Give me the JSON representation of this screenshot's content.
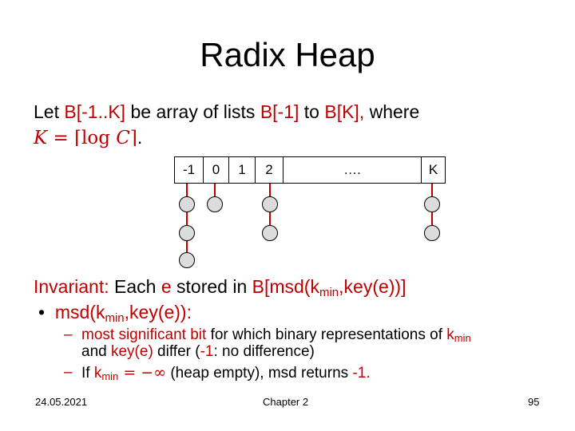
{
  "title": "Radix Heap",
  "line1": {
    "let": "Let ",
    "array_name": "B[-1..K]",
    "be_array": " be array of lists ",
    "from": "B[-1]",
    "to": " to ",
    "until": "B[K],",
    "where": " where"
  },
  "line2": {
    "K": "K",
    "eq": " = ⌈log ",
    "C": "C",
    "close": "⌉",
    "dot": "."
  },
  "array": {
    "cells": [
      "-1",
      "0",
      "1",
      "2",
      "….",
      "K"
    ]
  },
  "invariant": {
    "label": "Invariant:",
    "text1": " Each ",
    "e": "e",
    "text2": " stored in ",
    "expr_a": "B[msd(k",
    "sub_min": "min",
    "expr_b": ",key(e))]"
  },
  "bullet": {
    "mark": "•",
    "text_a": "msd(k",
    "sub_min": "min",
    "text_b": ",key(e)):"
  },
  "sub1": {
    "dash": "–",
    "msb": "most significant bit",
    "text1": " for which binary representations of ",
    "k": "k",
    "sub_min": "min",
    "line2_key": "and ",
    "keye": "key(e)",
    "differ": " differ ",
    "open_paren": "(",
    "neg1": "-1",
    "nodiff": ": no difference)"
  },
  "sub2": {
    "dash": "–",
    "if": "If ",
    "k": "k",
    "sub_min": "min",
    "eq": " = −∞",
    "text": " (heap empty), msd returns ",
    "neg1": "-1."
  },
  "footer": {
    "date": "24.05.2021",
    "center": "Chapter 2",
    "page": "95"
  },
  "colors": {
    "accent": "#c00000",
    "node_fill": "#dcdcdc"
  }
}
